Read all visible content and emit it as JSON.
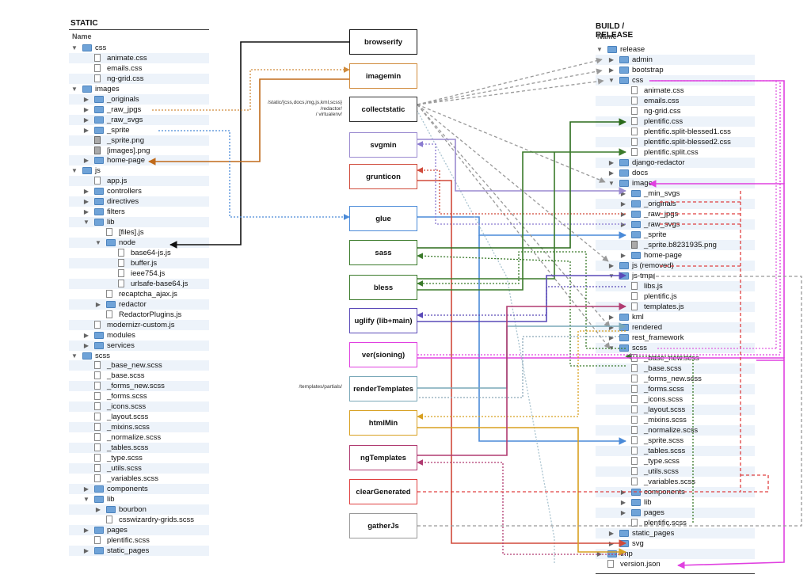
{
  "static_panel": {
    "title": "STATIC",
    "column": "Name"
  },
  "build_panel": {
    "title": "BUILD / RELEASE",
    "column": "Name"
  },
  "static_tree": [
    {
      "t": "css",
      "d": 0,
      "k": "folder",
      "o": true
    },
    {
      "t": "animate.css",
      "d": 1,
      "k": "file"
    },
    {
      "t": "emails.css",
      "d": 1,
      "k": "file"
    },
    {
      "t": "ng-grid.css",
      "d": 1,
      "k": "file"
    },
    {
      "t": "images",
      "d": 0,
      "k": "folder",
      "o": true
    },
    {
      "t": "_originals",
      "d": 1,
      "k": "folder",
      "c": true
    },
    {
      "t": "_raw_jpgs",
      "d": 1,
      "k": "folder",
      "c": true
    },
    {
      "t": "_raw_svgs",
      "d": 1,
      "k": "folder",
      "c": true
    },
    {
      "t": "_sprite",
      "d": 1,
      "k": "folder",
      "c": true
    },
    {
      "t": "_sprite.png",
      "d": 1,
      "k": "gfile"
    },
    {
      "t": "[images].png",
      "d": 1,
      "k": "gfile"
    },
    {
      "t": "home-page",
      "d": 1,
      "k": "folder",
      "c": true
    },
    {
      "t": "js",
      "d": 0,
      "k": "folder",
      "o": true
    },
    {
      "t": "app.js",
      "d": 1,
      "k": "file"
    },
    {
      "t": "controllers",
      "d": 1,
      "k": "folder",
      "c": true
    },
    {
      "t": "directives",
      "d": 1,
      "k": "folder",
      "c": true
    },
    {
      "t": "filters",
      "d": 1,
      "k": "folder",
      "c": true
    },
    {
      "t": "lib",
      "d": 1,
      "k": "folder",
      "o": true
    },
    {
      "t": "[files].js",
      "d": 2,
      "k": "file"
    },
    {
      "t": "node",
      "d": 2,
      "k": "folder",
      "o": true
    },
    {
      "t": "base64-js.js",
      "d": 3,
      "k": "file"
    },
    {
      "t": "buffer.js",
      "d": 3,
      "k": "file"
    },
    {
      "t": "ieee754.js",
      "d": 3,
      "k": "file"
    },
    {
      "t": "urlsafe-base64.js",
      "d": 3,
      "k": "file"
    },
    {
      "t": "recaptcha_ajax.js",
      "d": 2,
      "k": "file"
    },
    {
      "t": "redactor",
      "d": 2,
      "k": "folder",
      "c": true
    },
    {
      "t": "RedactorPlugins.js",
      "d": 2,
      "k": "file"
    },
    {
      "t": "modernizr-custom.js",
      "d": 1,
      "k": "file"
    },
    {
      "t": "modules",
      "d": 1,
      "k": "folder",
      "c": true
    },
    {
      "t": "services",
      "d": 1,
      "k": "folder",
      "c": true
    },
    {
      "t": "scss",
      "d": 0,
      "k": "folder",
      "o": true
    },
    {
      "t": "_base_new.scss",
      "d": 1,
      "k": "file"
    },
    {
      "t": "_base.scss",
      "d": 1,
      "k": "file"
    },
    {
      "t": "_forms_new.scss",
      "d": 1,
      "k": "file"
    },
    {
      "t": "_forms.scss",
      "d": 1,
      "k": "file"
    },
    {
      "t": "_icons.scss",
      "d": 1,
      "k": "file"
    },
    {
      "t": "_layout.scss",
      "d": 1,
      "k": "file"
    },
    {
      "t": "_mixins.scss",
      "d": 1,
      "k": "file"
    },
    {
      "t": "_normalize.scss",
      "d": 1,
      "k": "file"
    },
    {
      "t": "_tables.scss",
      "d": 1,
      "k": "file"
    },
    {
      "t": "_type.scss",
      "d": 1,
      "k": "file"
    },
    {
      "t": "_utils.scss",
      "d": 1,
      "k": "file"
    },
    {
      "t": "_variables.scss",
      "d": 1,
      "k": "file"
    },
    {
      "t": "components",
      "d": 1,
      "k": "folder",
      "c": true
    },
    {
      "t": "lib",
      "d": 1,
      "k": "folder",
      "o": true
    },
    {
      "t": "bourbon",
      "d": 2,
      "k": "folder",
      "c": true
    },
    {
      "t": "csswizardry-grids.scss",
      "d": 2,
      "k": "file"
    },
    {
      "t": "pages",
      "d": 1,
      "k": "folder",
      "c": true
    },
    {
      "t": "plentific.scss",
      "d": 1,
      "k": "file"
    },
    {
      "t": "static_pages",
      "d": 1,
      "k": "folder",
      "c": true
    }
  ],
  "build_tree": [
    {
      "t": "release",
      "d": 0,
      "k": "folder",
      "o": true
    },
    {
      "t": "admin",
      "d": 1,
      "k": "folder",
      "c": true
    },
    {
      "t": "bootstrap",
      "d": 1,
      "k": "folder",
      "c": true
    },
    {
      "t": "css",
      "d": 1,
      "k": "folder",
      "o": true
    },
    {
      "t": "animate.css",
      "d": 2,
      "k": "file"
    },
    {
      "t": "emails.css",
      "d": 2,
      "k": "file"
    },
    {
      "t": "ng-grid.css",
      "d": 2,
      "k": "file"
    },
    {
      "t": "plentific.css",
      "d": 2,
      "k": "file"
    },
    {
      "t": "plentific.split-blessed1.css",
      "d": 2,
      "k": "file"
    },
    {
      "t": "plentific.split-blessed2.css",
      "d": 2,
      "k": "file"
    },
    {
      "t": "plentific.split.css",
      "d": 2,
      "k": "file"
    },
    {
      "t": "django-redactor",
      "d": 1,
      "k": "folder",
      "c": true
    },
    {
      "t": "docs",
      "d": 1,
      "k": "folder",
      "c": true
    },
    {
      "t": "images",
      "d": 1,
      "k": "folder",
      "o": true
    },
    {
      "t": "_min_svgs",
      "d": 2,
      "k": "folder",
      "c": true
    },
    {
      "t": "_originals",
      "d": 2,
      "k": "folder",
      "c": true
    },
    {
      "t": "_raw_jpgs",
      "d": 2,
      "k": "folder",
      "c": true
    },
    {
      "t": "_raw_svgs",
      "d": 2,
      "k": "folder",
      "c": true
    },
    {
      "t": "_sprite",
      "d": 2,
      "k": "folder",
      "c": true
    },
    {
      "t": "_sprite.b8231935.png",
      "d": 2,
      "k": "gfile"
    },
    {
      "t": "home-page",
      "d": 2,
      "k": "folder",
      "c": true
    },
    {
      "t": "js (removed)",
      "d": 1,
      "k": "folder",
      "c": true
    },
    {
      "t": "js-tmp",
      "d": 1,
      "k": "folder",
      "o": true
    },
    {
      "t": "libs.js",
      "d": 2,
      "k": "file"
    },
    {
      "t": "plentific.js",
      "d": 2,
      "k": "file"
    },
    {
      "t": "templates.js",
      "d": 2,
      "k": "file"
    },
    {
      "t": "kml",
      "d": 1,
      "k": "folder",
      "c": true
    },
    {
      "t": "rendered",
      "d": 1,
      "k": "folder",
      "c": true
    },
    {
      "t": "rest_framework",
      "d": 1,
      "k": "folder",
      "c": true
    },
    {
      "t": "scss",
      "d": 1,
      "k": "folder",
      "o": true
    },
    {
      "t": "_base_new.scss",
      "d": 2,
      "k": "file"
    },
    {
      "t": "_base.scss",
      "d": 2,
      "k": "file"
    },
    {
      "t": "_forms_new.scss",
      "d": 2,
      "k": "file"
    },
    {
      "t": "_forms.scss",
      "d": 2,
      "k": "file"
    },
    {
      "t": "_icons.scss",
      "d": 2,
      "k": "file"
    },
    {
      "t": "_layout.scss",
      "d": 2,
      "k": "file"
    },
    {
      "t": "_mixins.scss",
      "d": 2,
      "k": "file"
    },
    {
      "t": "_normalize.scss",
      "d": 2,
      "k": "file"
    },
    {
      "t": "_sprite.scss",
      "d": 2,
      "k": "file"
    },
    {
      "t": "_tables.scss",
      "d": 2,
      "k": "file"
    },
    {
      "t": "_type.scss",
      "d": 2,
      "k": "file"
    },
    {
      "t": "_utils.scss",
      "d": 2,
      "k": "file"
    },
    {
      "t": "_variables.scss",
      "d": 2,
      "k": "file"
    },
    {
      "t": "components",
      "d": 2,
      "k": "folder",
      "c": true
    },
    {
      "t": "lib",
      "d": 2,
      "k": "folder",
      "c": true
    },
    {
      "t": "pages",
      "d": 2,
      "k": "folder",
      "c": true
    },
    {
      "t": "plentific.scss",
      "d": 2,
      "k": "file"
    },
    {
      "t": "static_pages",
      "d": 1,
      "k": "folder",
      "c": true
    },
    {
      "t": "svg",
      "d": 1,
      "k": "folder",
      "c": true
    },
    {
      "t": "tmp",
      "d": 0,
      "k": "folder",
      "c": true
    },
    {
      "t": "version.json",
      "d": 0,
      "k": "file"
    }
  ],
  "tools": [
    {
      "id": "browserify",
      "label": "browserify",
      "color": "#111111"
    },
    {
      "id": "imagemin",
      "label": "imagemin",
      "color": "#d08a3a"
    },
    {
      "id": "collectstatic",
      "label": "collectstatic",
      "color": "#333333"
    },
    {
      "id": "svgmin",
      "label": "svgmin",
      "color": "#9a8ad0"
    },
    {
      "id": "grunticon",
      "label": "grunticon",
      "color": "#d04a3a"
    },
    {
      "id": "glue",
      "label": "glue",
      "color": "#4a8ad8"
    },
    {
      "id": "sass",
      "label": "sass",
      "color": "#3a7a2a"
    },
    {
      "id": "bless",
      "label": "bless",
      "color": "#3a7a2a"
    },
    {
      "id": "uglify",
      "label": "uglify (lib+main)",
      "color": "#5a4ab8"
    },
    {
      "id": "versioning",
      "label": "ver(sioning)",
      "color": "#e040e0"
    },
    {
      "id": "renderTemplates",
      "label": "renderTemplates",
      "color": "#7aa8b8"
    },
    {
      "id": "htmlMin",
      "label": "htmlMin",
      "color": "#d8a020"
    },
    {
      "id": "ngTemplates",
      "label": "ngTemplates",
      "color": "#b03a70"
    },
    {
      "id": "clearGenerated",
      "label": "clearGenerated",
      "color": "#e04040"
    },
    {
      "id": "gatherJs",
      "label": "gatherJs",
      "color": "#999999"
    }
  ],
  "notes": {
    "collectstatic": [
      "/static/{css,docs,img,js,kml,scss}",
      "/redactor/",
      "/ virtualenv/"
    ],
    "renderTemplates": "/templates/partials/"
  }
}
